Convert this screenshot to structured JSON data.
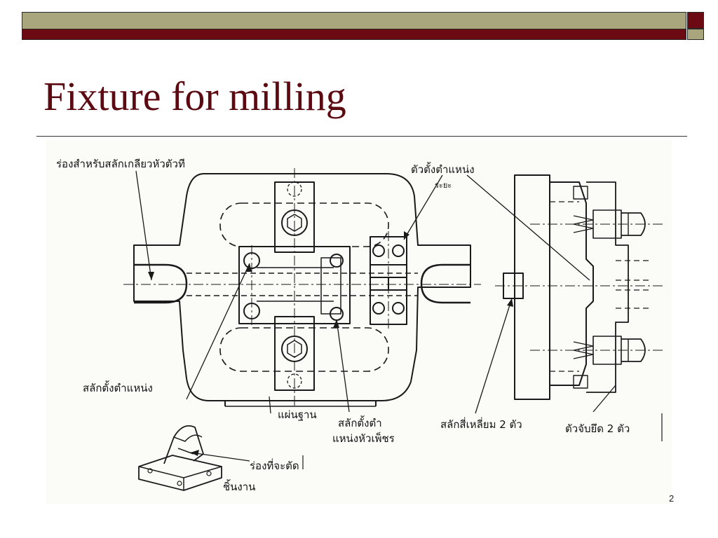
{
  "slide": {
    "title": "Fixture for milling",
    "page_number": "2"
  },
  "diagram": {
    "labels": {
      "clamp_slot": "ร่องสำหรับสลักเกลียวหัวตัวที",
      "locator_top": "ตัวตั้งตำแหน่ง",
      "locator_spacing": "ระยะ",
      "locating_pin_left": "สลักตั้งตำแหน่ง",
      "base_plate": "แผ่นฐาน",
      "locating_pin_center_1": "สลักตั้งตำ",
      "locating_pin_center_2": "แหน่งหัวเพ็ชร",
      "square_pins": "สลักสี่เหลี่ยม 2 ตัว",
      "clamps": "ตัวจับยึด 2 ตัว",
      "cut_slot": "ร่องที่จะตัด",
      "workpiece": "ชิ้นงาน"
    }
  },
  "colors": {
    "olive": "#a9a57c",
    "maroon": "#6b0a12",
    "title": "#5c0a12"
  }
}
